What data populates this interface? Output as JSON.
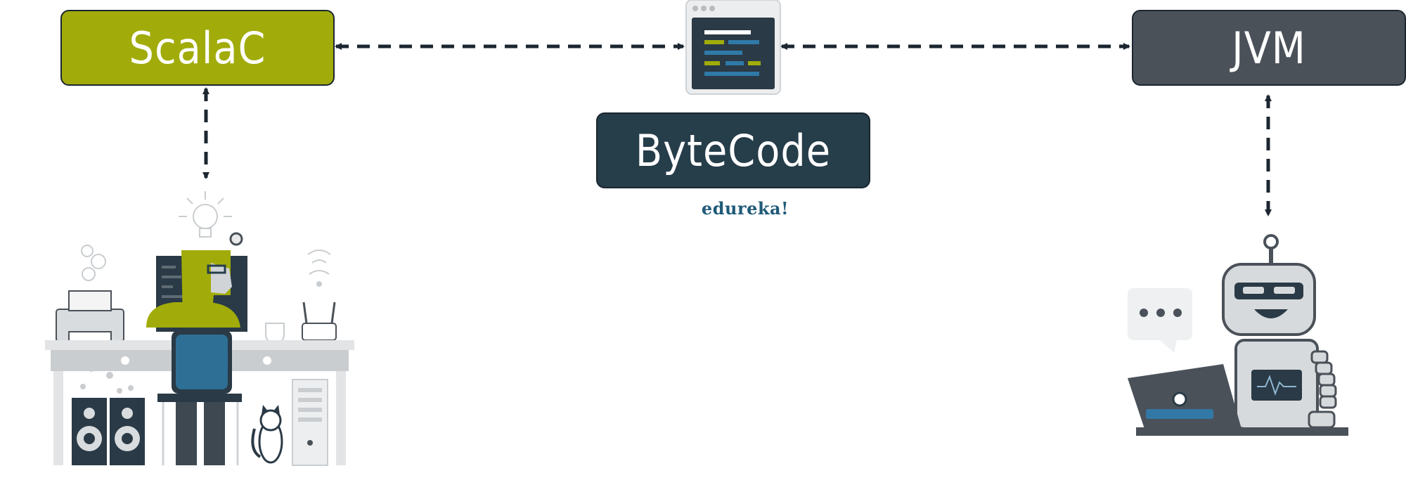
{
  "nodes": {
    "scalac": {
      "label": "ScalaC"
    },
    "jvm": {
      "label": "JVM"
    },
    "bytecode": {
      "label": "ByteCode"
    }
  },
  "brand": {
    "label": "edureka!"
  },
  "illustrations": {
    "developer": "developer-at-desk-illustration",
    "code_file": "code-file-icon",
    "robot": "robot-with-laptop-illustration"
  },
  "colors": {
    "scalac": "#a1ac0a",
    "jvm": "#4b5159",
    "bytecode": "#263d4a",
    "arrow": "#1b2630",
    "brand": "#1f5a78"
  }
}
